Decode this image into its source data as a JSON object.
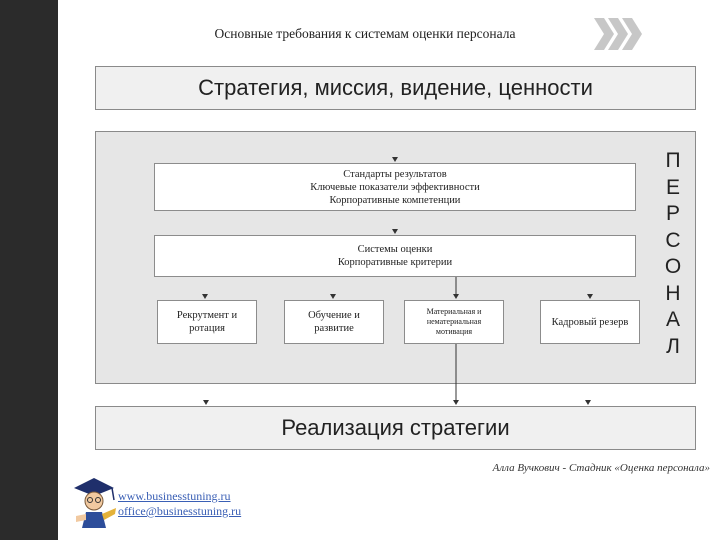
{
  "slide": {
    "title": "Основные требования к системам оценки персонала"
  },
  "diagram": {
    "top": "Стратегия, миссия, видение, ценности",
    "standards": [
      "Стандарты результатов",
      "Ключевые показатели эффективности",
      "Корпоративные компетенции"
    ],
    "systems": [
      "Системы оценки",
      "Корпоративные критерии"
    ],
    "boxes": [
      [
        "Рекрутмент и",
        "ротация"
      ],
      [
        "Обучение и",
        "развитие"
      ],
      [
        "Материальная и",
        "нематериальная",
        "мотивация"
      ],
      [
        "Кадровый резерв"
      ]
    ],
    "bottom": "Реализация стратегии",
    "side_letters": [
      "П",
      "Е",
      "Р",
      "С",
      "О",
      "Н",
      "А",
      "Л"
    ]
  },
  "footer": {
    "author": "Алла Вучкович - Стадник «Оценка персонала»",
    "website": "www.businesstuning.ru",
    "email": "office@businesstuning.ru"
  },
  "colors": {
    "left_band": "#2b2b2b",
    "box_fill": "#f0f0f0",
    "panel_fill": "#e6e6e6",
    "link": "#3a5fb5"
  }
}
